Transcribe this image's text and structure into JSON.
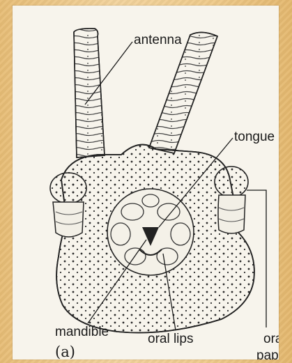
{
  "labels": {
    "antenna": "antenna",
    "tongue": "tongue",
    "mandible": "mandible",
    "oral_lips": "oral lips",
    "oral_papilla_line1": "oral",
    "oral_papilla_line2": "papilla",
    "panel": "(a)"
  },
  "colors": {
    "background": "#e9c27e",
    "panel": "#f7f4ec",
    "ink": "#1a1a1a"
  }
}
